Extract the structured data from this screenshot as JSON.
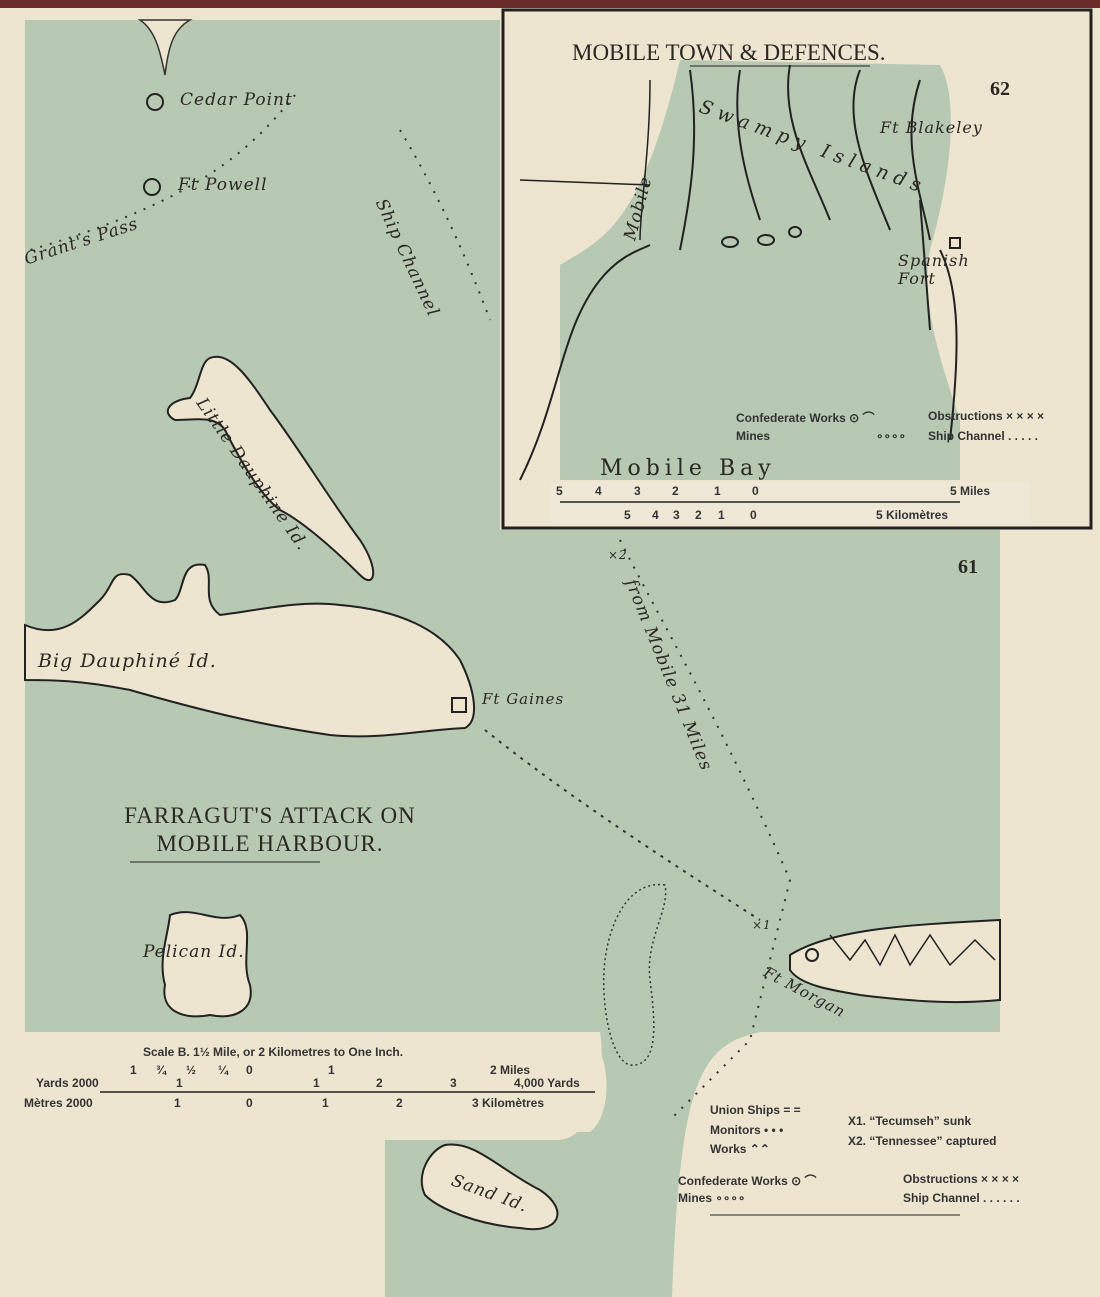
{
  "colors": {
    "paper": "#eee5d1",
    "water": "#b7c9b2",
    "ink": "#2b2723",
    "binding": "#6a2b2b"
  },
  "main_map": {
    "title_line1": "FARRAGUT'S ATTACK ON",
    "title_line2": "MOBILE HARBOUR.",
    "page_number": "61",
    "labels": {
      "cedar_point": "Cedar Point",
      "ft_powell": "Ft Powell",
      "grants_pass": "Grant's Pass",
      "ship_channel": "Ship Channel",
      "little_dauphine": "Little Dauphiné Id.",
      "big_dauphine": "Big Dauphiné Id.",
      "ft_gaines": "Ft Gaines",
      "from_mobile": "from Mobile 31 Miles",
      "x2": "×2",
      "x1": "×1",
      "ft_morgan": "Ft Morgan",
      "pelican": "Pelican Id.",
      "sand": "Sand Id."
    },
    "scale": {
      "caption": "Scale B.  1½ Mile, or 2 Kilometres to One Inch.",
      "yards_label": "Yards 2000",
      "metres_label": "Mètres 2000",
      "mile_ticks": [
        "1",
        "¾",
        "½",
        "¼",
        "0",
        "1",
        "2 Miles"
      ],
      "yard_ticks": [
        "1",
        "1",
        "2",
        "3",
        "4,000 Yards"
      ],
      "km_ticks": [
        "1",
        "0",
        "1",
        "2",
        "3 Kilomètres"
      ]
    },
    "legend": {
      "union_ships": "Union Ships = =",
      "monitors": "Monitors  • • •",
      "works": "Works  ⌃⌃",
      "x1_note": "X1.  “Tecumseh” sunk",
      "x2_note": "X2. “Tennessee” captured",
      "confederate_works": "Confederate Works ⊙ ⌒",
      "mines": "Mines   ∘∘∘∘",
      "obstructions": "Obstructions × × × ×",
      "ship_channel": "Ship Channel . . . . . ."
    }
  },
  "inset_map": {
    "title": "MOBILE TOWN & DEFENCES.",
    "page_number": "62",
    "labels": {
      "mobile": "Mobile",
      "swampy_islands": "Swampy Islands",
      "ft_blakeley": "Ft Blakeley",
      "spanish_fort": "Spanish Fort",
      "mobile_bay": "Mobile Bay"
    },
    "legend": {
      "confederate_works": "Confederate Works ⊙ ⌒",
      "mines": "Mines",
      "mines_symbol": "∘∘∘∘",
      "obstructions": "Obstructions × × × ×",
      "ship_channel": "Ship Channel . . . . ."
    },
    "scale": {
      "mile_ticks": [
        "5",
        "4",
        "3",
        "2",
        "1",
        "0",
        "5 Miles"
      ],
      "km_ticks": [
        "5",
        "4",
        "3",
        "2",
        "1",
        "0",
        "5 Kilomètres"
      ]
    }
  }
}
